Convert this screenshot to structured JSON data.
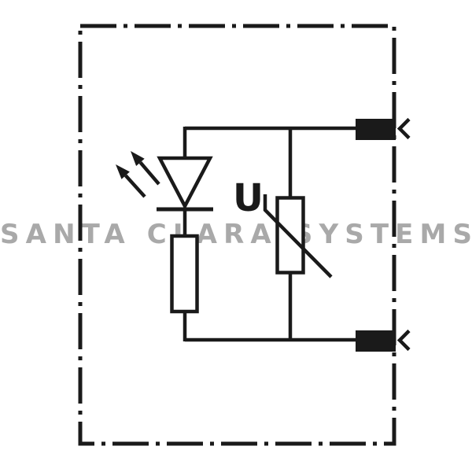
{
  "diagram": {
    "kind": "circuit-schematic",
    "description": "Surge protective device schematic: LED indicator with series resistor in parallel with a voltage-dependent resistor (varistor), inside a dash-dot enclosure boundary with two plug-in terminals on the right",
    "watermark": "SANTA CLARA SYSTEMS",
    "voltage_label": "U",
    "components": [
      {
        "name": "enclosure-boundary",
        "style": "dash-dot rectangle"
      },
      {
        "name": "led-symbol",
        "note": "diode triangle with cathode bar and two light-emission arrows"
      },
      {
        "name": "resistor-symbol",
        "note": "open rectangle, in series with LED"
      },
      {
        "name": "varistor-symbol",
        "note": "open rectangle with diagonal stroke, labeled U"
      },
      {
        "name": "terminal-top",
        "note": "filled terminal block with chevron contact"
      },
      {
        "name": "terminal-bottom",
        "note": "filled terminal block with chevron contact"
      }
    ],
    "colors": {
      "line": "#1a1a1a",
      "watermark": "#a9a9a9",
      "background": "#ffffff"
    }
  }
}
